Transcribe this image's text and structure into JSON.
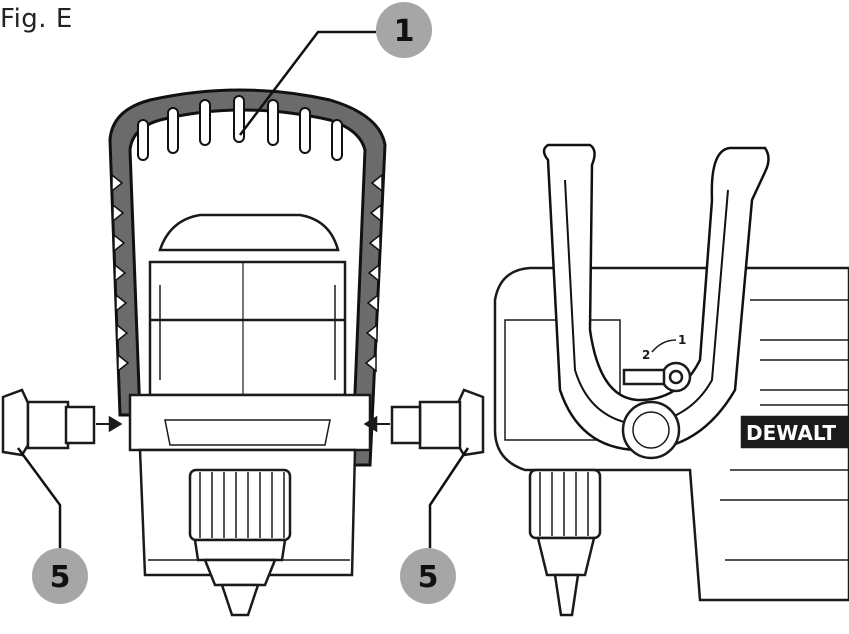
{
  "figure": {
    "title": "Fig. E"
  },
  "callouts": [
    {
      "id": "c1",
      "label": "1"
    },
    {
      "id": "c5a",
      "label": "5"
    },
    {
      "id": "c5b",
      "label": "5"
    }
  ],
  "tool": {
    "brand": "DEWALT",
    "speed_labels": [
      "2",
      "1"
    ]
  },
  "colors": {
    "callout_fill": "#a6a6a6",
    "ink": "#1a1a1a",
    "handle_dark": "#555555",
    "body_light": "#ffffff"
  }
}
